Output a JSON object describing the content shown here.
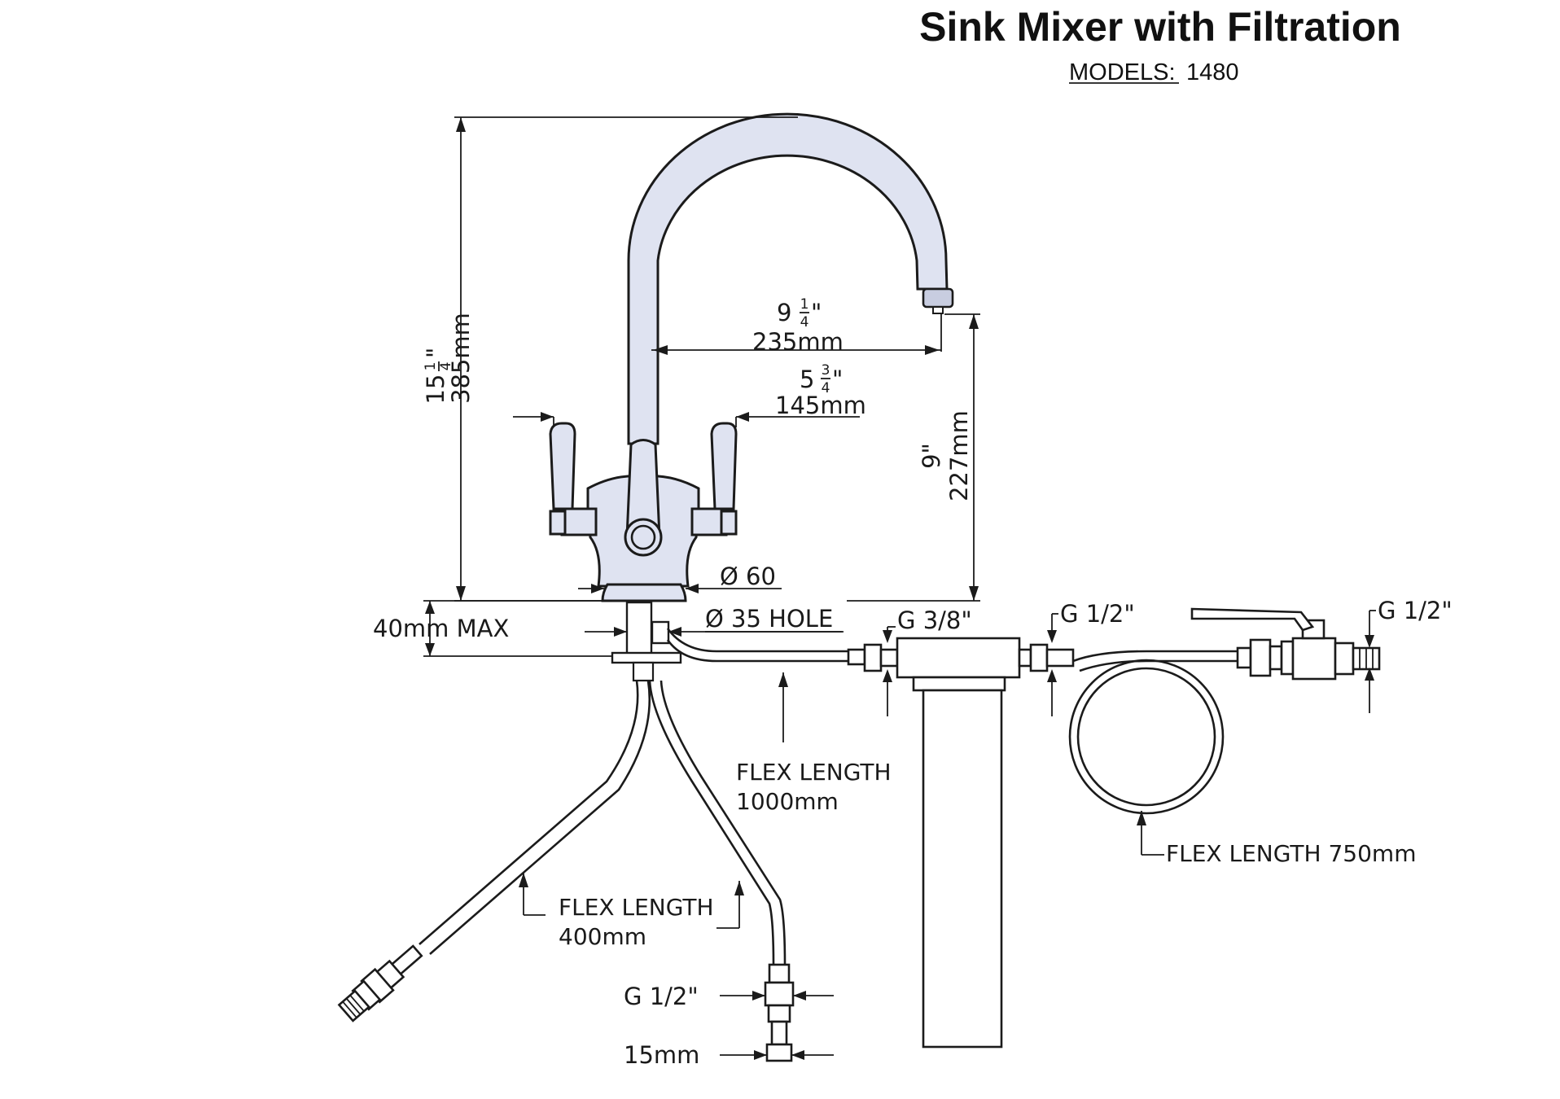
{
  "title": "Sink Mixer with Filtration",
  "models": {
    "label": "MODELS:",
    "value": "1480"
  },
  "dimensions": {
    "height_inch_whole": "15",
    "height_inch_frac_num": "1",
    "height_inch_frac_den": "4",
    "height_inch_mark": "\"",
    "height_mm": "385mm",
    "reach_inch_whole": "9",
    "reach_inch_frac_num": "1",
    "reach_inch_frac_den": "4",
    "reach_inch_mark": "\"",
    "reach_mm": "235mm",
    "handle_inch_whole": "5",
    "handle_inch_frac_num": "3",
    "handle_inch_frac_den": "4",
    "handle_inch_mark": "\"",
    "handle_mm": "145mm",
    "spout_height_inch": "9\"",
    "spout_height_mm": "227mm",
    "base_diameter": "Ø 60",
    "hole_diameter": "Ø 35 HOLE",
    "deck_thickness": "40mm MAX"
  },
  "connections": {
    "filter_inlet": "G 3/8\"",
    "filter_outlet": "G 1/2\"",
    "valve_outlet": "G 1/2\"",
    "tail_thread": "G 1/2\"",
    "tail_size": "15mm"
  },
  "flex_hoses": {
    "hose_1000_line1": "FLEX LENGTH",
    "hose_1000_line2": "1000mm",
    "hose_400_line1": "FLEX LENGTH",
    "hose_400_line2": "400mm",
    "hose_750": "FLEX LENGTH 750mm"
  },
  "colors": {
    "tap_body": "#dfe3f1",
    "line": "#1b1b1b",
    "background": "#ffffff"
  }
}
